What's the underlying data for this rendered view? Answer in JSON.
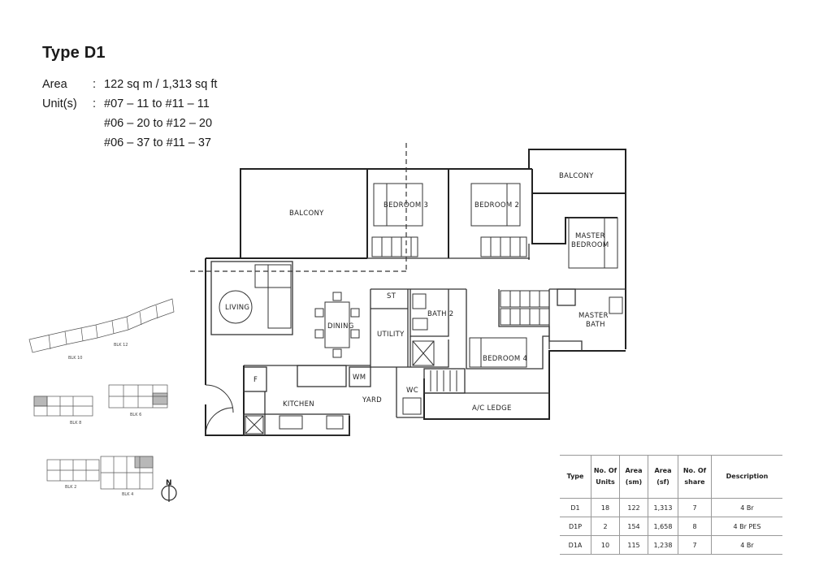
{
  "header": {
    "title": "Type D1",
    "area_label": "Area",
    "area_value": "122 sq m / 1,313 sq ft",
    "units_label": "Unit(s)",
    "separator": ":",
    "units": [
      "#07 – 11 to #11 – 11",
      "#06 – 20 to #12 – 20",
      "#06 – 37 to #11 – 37"
    ]
  },
  "floorplan": {
    "rooms": {
      "balcony_left": "BALCONY",
      "bedroom3": "BEDROOM 3",
      "bedroom2": "BEDROOM 2",
      "balcony_right": "BALCONY",
      "master_bedroom_1": "MASTER",
      "master_bedroom_2": "BEDROOM",
      "living": "LIVING",
      "dining": "DINING",
      "st": "ST",
      "bath2": "BATH 2",
      "utility": "UTILITY",
      "master_bath_1": "MASTER",
      "master_bath_2": "BATH",
      "bedroom4": "BEDROOM 4",
      "wm": "WM",
      "fridge": "F",
      "kitchen": "KITCHEN",
      "yard": "YARD",
      "wc": "WC",
      "ac_ledge": "A/C LEDGE"
    },
    "north_label": "N"
  },
  "key_plan": {
    "blocks": [
      "BLK 10",
      "BLK 12",
      "BLK 8",
      "BLK 6",
      "BLK 2",
      "BLK 4"
    ],
    "highlight_color": "#b8b8b8"
  },
  "spec_table": {
    "headers": [
      "Type",
      "No. Of Units",
      "Area (sm)",
      "Area (sf)",
      "No. Of share",
      "Description"
    ],
    "rows": [
      [
        "D1",
        "18",
        "122",
        "1,313",
        "7",
        "4 Br"
      ],
      [
        "D1P",
        "2",
        "154",
        "1,658",
        "8",
        "4 Br PES"
      ],
      [
        "D1A",
        "10",
        "115",
        "1,238",
        "7",
        "4 Br"
      ]
    ]
  }
}
